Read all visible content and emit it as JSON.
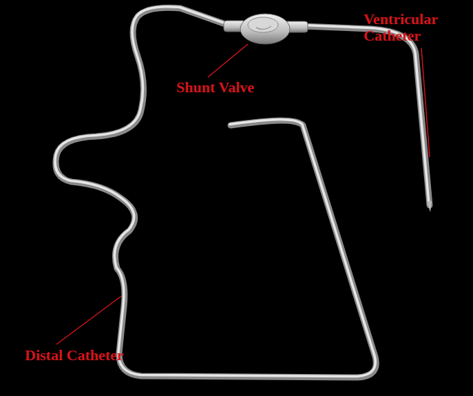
{
  "diagram": {
    "labels": [
      "Ventricular Catheter",
      "Shunt Valve",
      "Distal Catheter"
    ]
  }
}
